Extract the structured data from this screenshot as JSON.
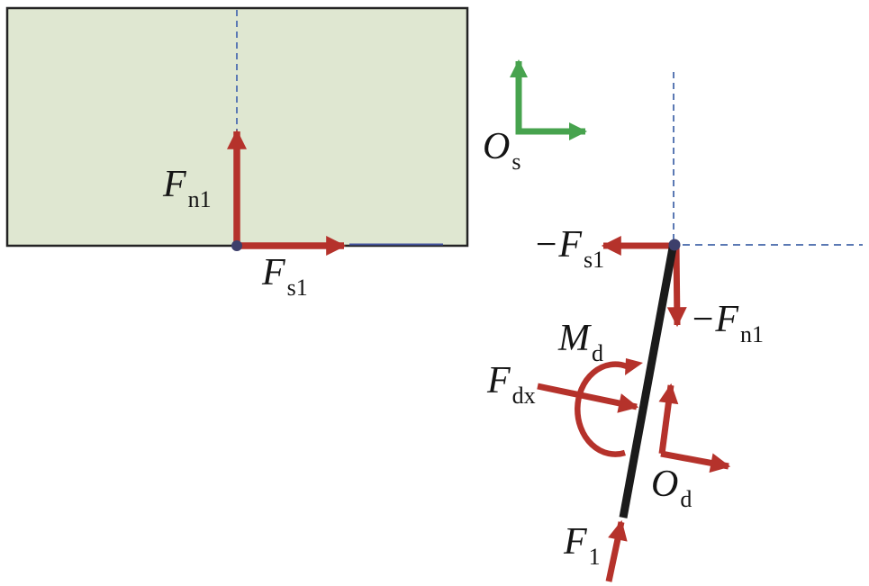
{
  "figure": {
    "description": "Free-body diagram: plate contact forces and reaction forces on a tilted rod",
    "colors": {
      "arrow_red": "#b5322b",
      "axis_green": "#47a34e",
      "dashed_blue": "#5b79b4",
      "pivot_navy": "#3d3f6b",
      "plate_fill": "#dfe7d1",
      "plate_border": "#232323",
      "rod_black": "#1b1b1b",
      "background": "#ffffff"
    },
    "labels": {
      "f_n1": {
        "main": "F",
        "sub": "n1"
      },
      "f_s1": {
        "main": "F",
        "sub": "s1"
      },
      "o_s": {
        "main": "O",
        "sub": "s"
      },
      "neg_f_s1": {
        "main": "−F",
        "sub": "s1"
      },
      "neg_f_n1": {
        "main": "−F",
        "sub": "n1"
      },
      "m_d": {
        "main": "M",
        "sub": "d"
      },
      "f_dx": {
        "main": "F",
        "sub": "dx"
      },
      "o_d": {
        "main": "O",
        "sub": "d"
      },
      "f_1": {
        "main": "F",
        "sub": "1"
      }
    }
  }
}
